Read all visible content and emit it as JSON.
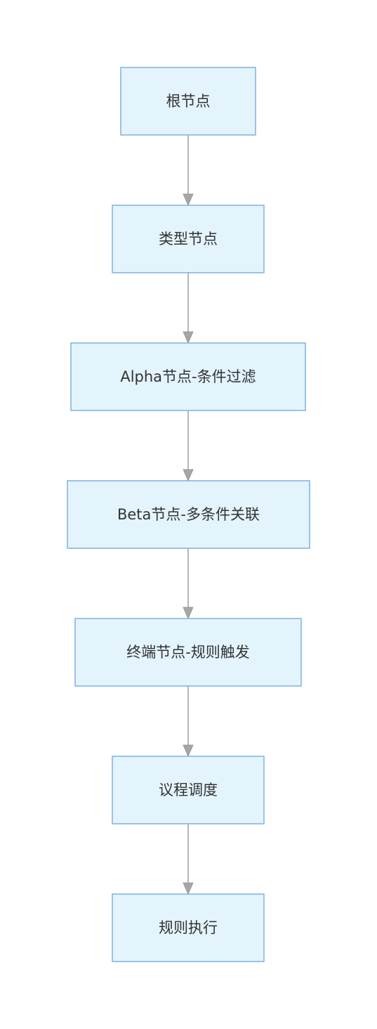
{
  "diagram": {
    "colors": {
      "node_fill": "#e3f4fc",
      "node_border": "#7fb0e6",
      "edge": "#a6a6a6",
      "text": "#333333"
    },
    "nodes": [
      {
        "id": "root",
        "label": "根节点"
      },
      {
        "id": "type",
        "label": "类型节点"
      },
      {
        "id": "alpha",
        "label": "Alpha节点-条件过滤"
      },
      {
        "id": "beta",
        "label": "Beta节点-多条件关联"
      },
      {
        "id": "terminal",
        "label": "终端节点-规则触发"
      },
      {
        "id": "agenda",
        "label": "议程调度"
      },
      {
        "id": "execute",
        "label": "规则执行"
      }
    ],
    "edges": [
      {
        "from": "root",
        "to": "type"
      },
      {
        "from": "type",
        "to": "alpha"
      },
      {
        "from": "alpha",
        "to": "beta"
      },
      {
        "from": "beta",
        "to": "terminal"
      },
      {
        "from": "terminal",
        "to": "agenda"
      },
      {
        "from": "agenda",
        "to": "execute"
      }
    ]
  }
}
